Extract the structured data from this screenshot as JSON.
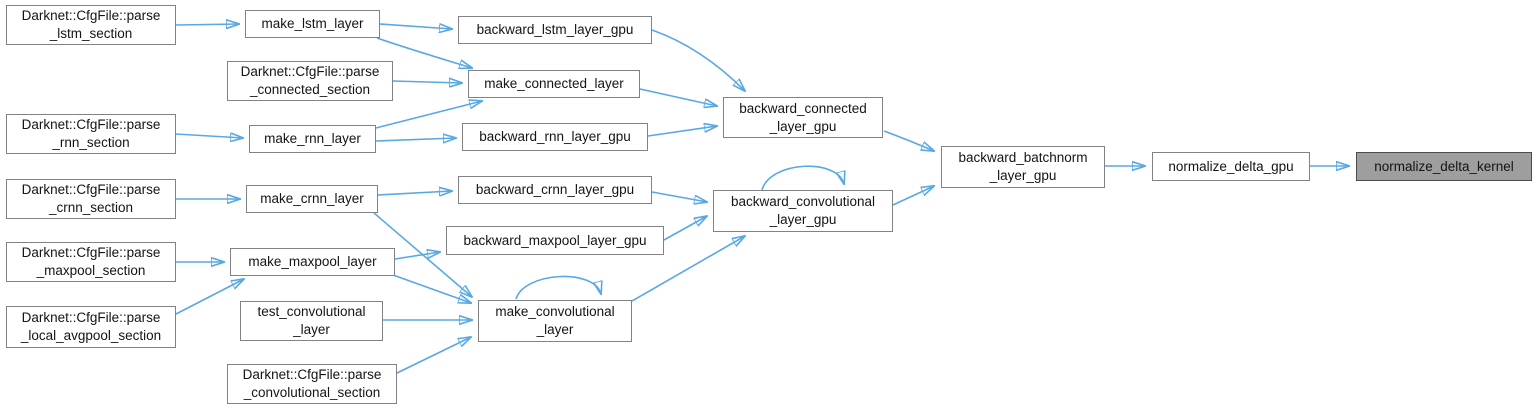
{
  "graph": {
    "kind": "doxygen-call-graph",
    "colors": {
      "background": "#ffffff",
      "edge": "#58a8e4",
      "node_fill": "#ffffff",
      "node_border": "#828282",
      "highlight_fill": "#9e9e9e",
      "highlight_border": "#4d4d4d",
      "text": "#141414"
    },
    "nodes": [
      {
        "id": "parse-lstm-section",
        "label": "Darknet::CfgFile::parse\n_lstm_section"
      },
      {
        "id": "make-lstm-layer",
        "label": "make_lstm_layer"
      },
      {
        "id": "backward-lstm-layer-gpu",
        "label": "backward_lstm_layer_gpu"
      },
      {
        "id": "parse-connected-section",
        "label": "Darknet::CfgFile::parse\n_connected_section"
      },
      {
        "id": "make-connected-layer",
        "label": "make_connected_layer"
      },
      {
        "id": "parse-rnn-section",
        "label": "Darknet::CfgFile::parse\n_rnn_section"
      },
      {
        "id": "make-rnn-layer",
        "label": "make_rnn_layer"
      },
      {
        "id": "backward-rnn-layer-gpu",
        "label": "backward_rnn_layer_gpu"
      },
      {
        "id": "backward-connected-layer-gpu",
        "label": "backward_connected\n_layer_gpu"
      },
      {
        "id": "parse-crnn-section",
        "label": "Darknet::CfgFile::parse\n_crnn_section"
      },
      {
        "id": "make-crnn-layer",
        "label": "make_crnn_layer"
      },
      {
        "id": "backward-crnn-layer-gpu",
        "label": "backward_crnn_layer_gpu"
      },
      {
        "id": "backward-convolutional-layer-gpu",
        "label": "backward_convolutional\n_layer_gpu"
      },
      {
        "id": "backward-batchnorm-layer-gpu",
        "label": "backward_batchnorm\n_layer_gpu"
      },
      {
        "id": "normalize-delta-gpu",
        "label": "normalize_delta_gpu"
      },
      {
        "id": "normalize-delta-kernel",
        "label": "normalize_delta_kernel",
        "highlighted": true
      },
      {
        "id": "parse-maxpool-section",
        "label": "Darknet::CfgFile::parse\n_maxpool_section"
      },
      {
        "id": "make-maxpool-layer",
        "label": "make_maxpool_layer"
      },
      {
        "id": "backward-maxpool-layer-gpu",
        "label": "backward_maxpool_layer_gpu"
      },
      {
        "id": "parse-local-avgpool-section",
        "label": "Darknet::CfgFile::parse\n_local_avgpool_section"
      },
      {
        "id": "test-convolutional-layer",
        "label": "test_convolutional\n_layer"
      },
      {
        "id": "make-convolutional-layer",
        "label": "make_convolutional\n_layer"
      },
      {
        "id": "parse-convolutional-section",
        "label": "Darknet::CfgFile::parse\n_convolutional_section"
      }
    ],
    "edges": [
      {
        "from": "parse-lstm-section",
        "to": "make-lstm-layer"
      },
      {
        "from": "make-lstm-layer",
        "to": "backward-lstm-layer-gpu"
      },
      {
        "from": "make-lstm-layer",
        "to": "make-connected-layer"
      },
      {
        "from": "parse-connected-section",
        "to": "make-connected-layer"
      },
      {
        "from": "parse-rnn-section",
        "to": "make-rnn-layer"
      },
      {
        "from": "make-rnn-layer",
        "to": "make-connected-layer"
      },
      {
        "from": "make-rnn-layer",
        "to": "backward-rnn-layer-gpu"
      },
      {
        "from": "backward-lstm-layer-gpu",
        "to": "backward-connected-layer-gpu"
      },
      {
        "from": "make-connected-layer",
        "to": "backward-connected-layer-gpu"
      },
      {
        "from": "backward-rnn-layer-gpu",
        "to": "backward-connected-layer-gpu"
      },
      {
        "from": "backward-connected-layer-gpu",
        "to": "backward-batchnorm-layer-gpu"
      },
      {
        "from": "parse-crnn-section",
        "to": "make-crnn-layer"
      },
      {
        "from": "make-crnn-layer",
        "to": "backward-crnn-layer-gpu"
      },
      {
        "from": "make-crnn-layer",
        "to": "make-convolutional-layer"
      },
      {
        "from": "backward-crnn-layer-gpu",
        "to": "backward-convolutional-layer-gpu"
      },
      {
        "from": "backward-maxpool-layer-gpu",
        "to": "backward-convolutional-layer-gpu"
      },
      {
        "from": "backward-convolutional-layer-gpu",
        "to": "backward-convolutional-layer-gpu"
      },
      {
        "from": "backward-convolutional-layer-gpu",
        "to": "backward-batchnorm-layer-gpu"
      },
      {
        "from": "parse-maxpool-section",
        "to": "make-maxpool-layer"
      },
      {
        "from": "parse-local-avgpool-section",
        "to": "make-maxpool-layer"
      },
      {
        "from": "make-maxpool-layer",
        "to": "backward-maxpool-layer-gpu"
      },
      {
        "from": "make-maxpool-layer",
        "to": "make-convolutional-layer"
      },
      {
        "from": "test-convolutional-layer",
        "to": "make-convolutional-layer"
      },
      {
        "from": "parse-convolutional-section",
        "to": "make-convolutional-layer"
      },
      {
        "from": "make-convolutional-layer",
        "to": "make-convolutional-layer"
      },
      {
        "from": "make-convolutional-layer",
        "to": "backward-convolutional-layer-gpu"
      },
      {
        "from": "backward-batchnorm-layer-gpu",
        "to": "normalize-delta-gpu"
      },
      {
        "from": "normalize-delta-gpu",
        "to": "normalize-delta-kernel"
      }
    ]
  }
}
